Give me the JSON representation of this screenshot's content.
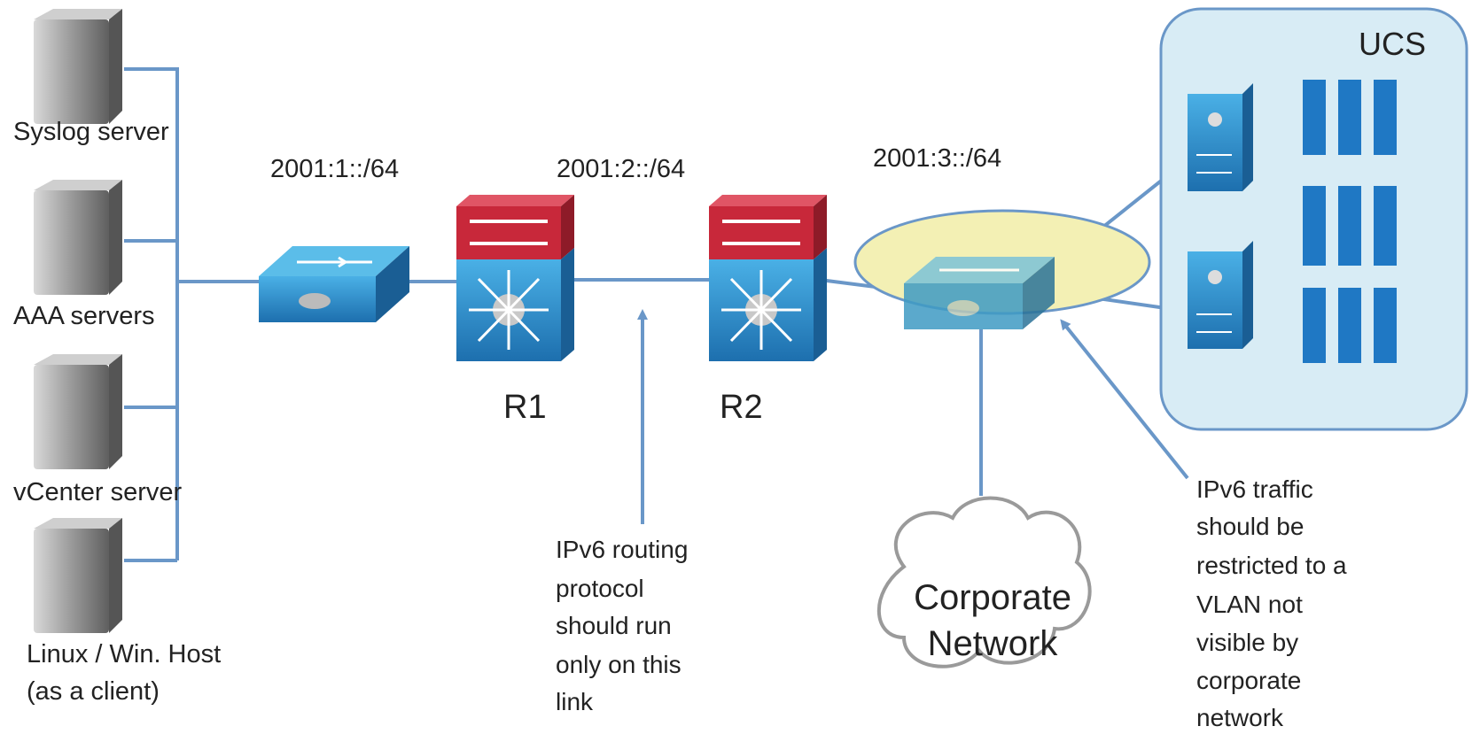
{
  "servers": [
    {
      "id": "syslog",
      "label_lines": [
        "Syslog server"
      ]
    },
    {
      "id": "aaa",
      "label_lines": [
        "AAA servers"
      ]
    },
    {
      "id": "vcenter",
      "label_lines": [
        "vCenter server"
      ]
    },
    {
      "id": "host",
      "label_lines": [
        "Linux / Win. Host",
        "(as a client)"
      ]
    }
  ],
  "subnets": {
    "s1": "2001:1::/64",
    "s2": "2001:2::/64",
    "s3": "2001:3::/64"
  },
  "routers": {
    "r1": "R1",
    "r2": "R2"
  },
  "ucs": {
    "title": "UCS"
  },
  "cloud": {
    "line1": "Corporate",
    "line2": "Network"
  },
  "notes": {
    "routing": [
      "IPv6 routing",
      "protocol",
      "should run",
      "only on this",
      "link"
    ],
    "vlan": [
      "IPv6 traffic",
      "should be",
      "restricted to a",
      "VLAN not",
      "visible by",
      "corporate",
      "network"
    ]
  },
  "colors": {
    "link": "#6a97c8",
    "switch": "#2e8fcf",
    "router_top": "#c8283a",
    "ucs_bg": "#d8ecf5",
    "highlight": "#f3f0b4"
  }
}
